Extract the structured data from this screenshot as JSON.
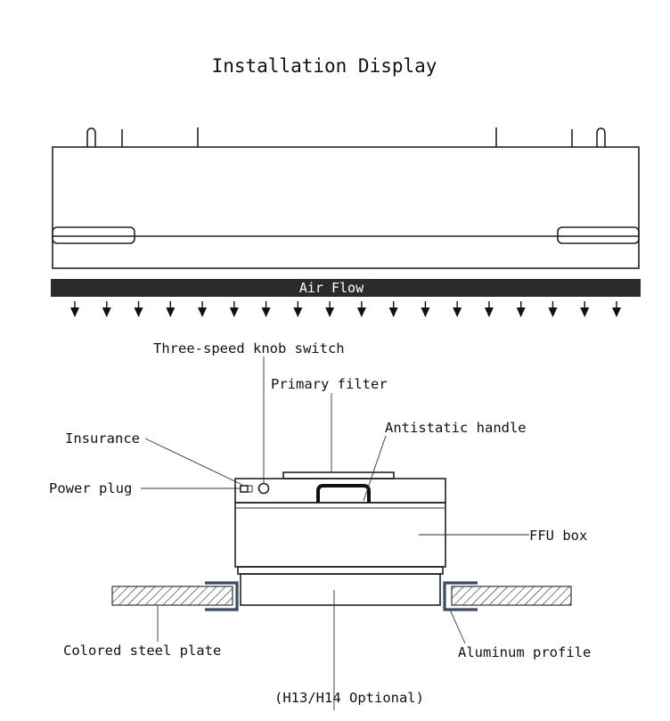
{
  "title": "Installation Display",
  "airflow_label": "Air Flow",
  "labels": {
    "three_speed_knob": "Three-speed knob switch",
    "primary_filter": "Primary filter",
    "antistatic_handle": "Antistatic handle",
    "insurance": "Insurance",
    "power_plug": "Power plug",
    "ffu_box": "FFU box",
    "colored_steel_plate": "Colored steel plate",
    "aluminum_profile": "Aluminum profile",
    "hepa_option": "(H13/H14 Optional)"
  },
  "colors": {
    "airflow_bar": "#2b2b2b",
    "aluminum_profile": "#3c4a66",
    "line": "#222222"
  }
}
